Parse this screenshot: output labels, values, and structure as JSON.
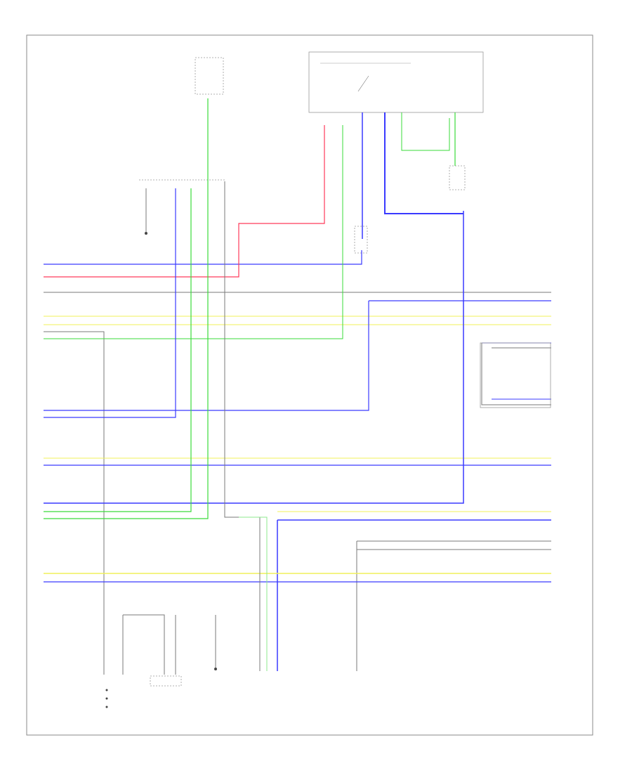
{
  "diagram": {
    "footer_code": "",
    "components": [
      {
        "id": "fuse_top",
        "label": ""
      },
      {
        "id": "ecu_top",
        "label": ""
      },
      {
        "id": "junction",
        "label": ""
      },
      {
        "id": "transmission",
        "label": ""
      },
      {
        "id": "center_relay",
        "label": ""
      },
      {
        "id": "stop_lamp_switch",
        "label": ""
      },
      {
        "id": "right_module",
        "label": ""
      },
      {
        "id": "right_bottom",
        "label": ""
      },
      {
        "id": "bottom_1",
        "label": ""
      },
      {
        "id": "bottom_2",
        "label": ""
      },
      {
        "id": "bottom_3",
        "label": ""
      },
      {
        "id": "bottom_4",
        "label": ""
      },
      {
        "id": "bottom_5",
        "label": ""
      }
    ],
    "colors": {
      "blue": "#3a3aff",
      "red": "#ff3a5a",
      "green": "#3adb3a",
      "light_green": "#8de88d",
      "yellow": "#f0f05a",
      "gray": "#7a7a7a",
      "dark": "#444444"
    }
  }
}
